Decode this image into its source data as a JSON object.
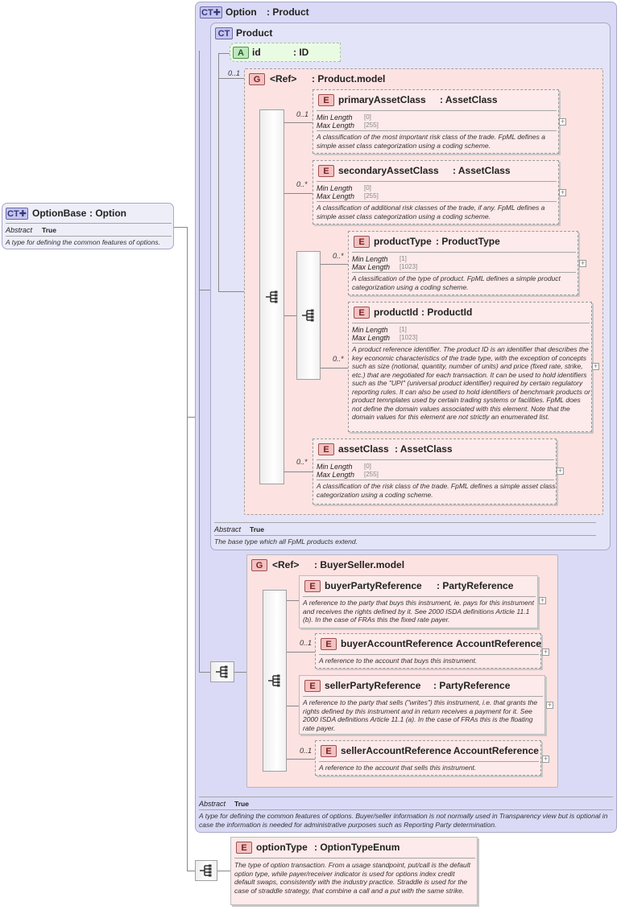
{
  "badges": {
    "ct": "CT",
    "ct_plus": "CT✚",
    "element": "E",
    "group": "G",
    "attribute": "A",
    "plus": "+"
  },
  "option_base": {
    "name": "OptionBase",
    "type": ": Option",
    "abstract_label": "Abstract",
    "abstract_value": "True",
    "description": "A type for defining the common features of options."
  },
  "option": {
    "name": "Option",
    "type": ": Product",
    "abstract_label": "Abstract",
    "abstract_value": "True",
    "description": "A type for defining the common features of options. Buyer/seller information is not normally used in Transparency view but is optional in case the information is needed for administrative purposes such as Reporting Party determination."
  },
  "product": {
    "name": "Product",
    "attribute": {
      "name": "id",
      "type": ": ID"
    },
    "abstract_label": "Abstract",
    "abstract_value": "True",
    "description": "The base type which all FpML products extend."
  },
  "product_model": {
    "label": "<Ref>",
    "type": ": Product.model",
    "occurrence": "0..1",
    "elements": {
      "primary": {
        "name": "primaryAssetClass",
        "type": ": AssetClass",
        "occurrence": "0..1",
        "min_label": "Min Length",
        "min_value": "[0]",
        "max_label": "Max Length",
        "max_value": "[255]",
        "description": "A classification of the most important risk class of the trade. FpML defines a simple asset class categorization using a coding scheme."
      },
      "secondary": {
        "name": "secondaryAssetClass",
        "type": ": AssetClass",
        "occurrence": "0..*",
        "min_label": "Min Length",
        "min_value": "[0]",
        "max_label": "Max Length",
        "max_value": "[255]",
        "description": "A classification of additional risk classes of the trade, if any. FpML defines a simple asset class categorization using a coding scheme."
      },
      "product_type": {
        "name": "productType",
        "type": ": ProductType",
        "occurrence": "0..*",
        "min_label": "Min Length",
        "min_value": "[1]",
        "max_label": "Max Length",
        "max_value": "[1023]",
        "description": "A classification of the type of product. FpML defines a simple product categorization using a coding scheme."
      },
      "product_id": {
        "name": "productId",
        "type": ": ProductId",
        "occurrence": "0..*",
        "min_label": "Min Length",
        "min_value": "[1]",
        "max_label": "Max Length",
        "max_value": "[1023]",
        "description": "A product reference identifier. The product ID is an identifier that describes the key economic characteristics of the trade type, with the exception of concepts such as size (notional, quantity, number of units) and price (fixed rate, strike, etc.) that are negotiated for each transaction. It can be used to hold identifiers such as the \"UPI\" (universal product identifier) required by certain regulatory reporting rules. It can also be used to hold identifiers of benchmark products or product temnplates used by certain trading systems or facilities. FpML does not define the domain values associated with this element. Note that the domain values for this element are not strictly an enumerated list."
      },
      "asset_class": {
        "name": "assetClass",
        "type": ": AssetClass",
        "occurrence": "0..*",
        "min_label": "Min Length",
        "min_value": "[0]",
        "max_label": "Max Length",
        "max_value": "[255]",
        "description": "A classification of the risk class of the trade. FpML defines a simple asset class categorization using a coding scheme."
      }
    }
  },
  "buyer_seller_model": {
    "label": "<Ref>",
    "type": ": BuyerSeller.model",
    "elements": {
      "buyer_party": {
        "name": "buyerPartyReference",
        "type": ": PartyReference",
        "description": "A reference to the party that buys this instrument, ie. pays for this instrument and receives the rights defined by it. See 2000 ISDA definitions Article 11.1 (b). In the case of FRAs this the fixed rate payer."
      },
      "buyer_account": {
        "name": "buyerAccountReference",
        "type": ": AccountReference",
        "occurrence": "0..1",
        "description": "A reference to the account that buys this instrument."
      },
      "seller_party": {
        "name": "sellerPartyReference",
        "type": ": PartyReference",
        "description": "A reference to the party that sells (\"writes\") this instrument, i.e. that grants the rights defined by this instrument and in return receives a payment for it. See 2000 ISDA definitions Article 11.1 (a). In the case of FRAs this is the floating rate payer."
      },
      "seller_account": {
        "name": "sellerAccountReference",
        "type": ": AccountReference",
        "occurrence": "0..1",
        "description": "A reference to the account that sells this instrument."
      }
    }
  },
  "option_type": {
    "name": "optionType",
    "type": ": OptionTypeEnum",
    "description": "The type of option transaction. From a usage standpoint, put/call is the default option type, while payer/receiver indicator is used for options index credit default swaps, consistently with the industry practice. Straddle is used for the case of straddle strategy, that combine a call and a put with the same strike."
  }
}
